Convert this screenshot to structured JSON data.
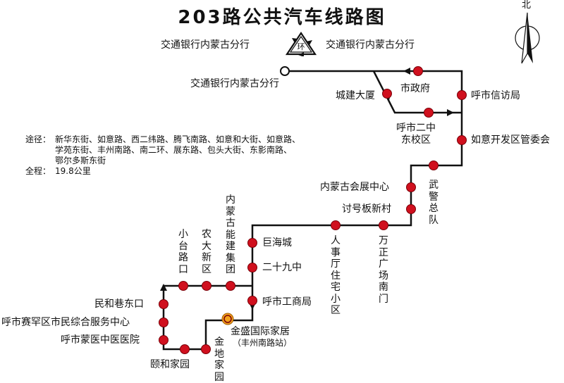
{
  "title": "203路公共汽车线路图",
  "subtitle": {
    "from": "交通银行内蒙古分行",
    "loop_badge": "环",
    "to": "交通银行内蒙古分行"
  },
  "compass": {
    "label": "北"
  },
  "route_info": {
    "via_label": "途径：",
    "via_lines": [
      "新华东街、如意路、西二纬路、腾飞南路、如意和大街、如意路、",
      "学苑东街、丰州南路、南二环、展东路、包头大街、东影南路、",
      "鄂尔多斯东街"
    ],
    "length_label": "全程：",
    "length_value": "19.8公里"
  },
  "terminal": "交通银行内蒙古分行",
  "stops": {
    "chengjian": "城建大厦",
    "shizhengfu": "市政府",
    "xinfangju": "呼市信访局",
    "erzhong": "呼市二中东校区",
    "ruyi": "如意开发区管委会",
    "wujing": "武警总队",
    "huizhan": "内蒙古会展中心",
    "taohaoban": "讨号板新村",
    "wanzheng": "万正广场南门",
    "renshi": "人事厅住宅小区",
    "juhai": "巨海城",
    "nengjian": "内蒙古能建集团",
    "ershijiu": "二十九中",
    "gongshang": "呼市工商局",
    "jinsheng": "金盛国际家居",
    "jinsheng_sub": "（丰州南路站）",
    "nongda": "农大新区",
    "xiaotai": "小台路口",
    "minhe": "民和巷东口",
    "saihan": "呼市赛罕区市民综合服务中心",
    "mengyi": "呼市蒙医中医医院",
    "yihe": "颐和家园",
    "jindi": "金地家园"
  },
  "colors": {
    "stop_fill": "#d0101e",
    "route_line": "#111111",
    "landmark_fill": "#f4a21c"
  }
}
